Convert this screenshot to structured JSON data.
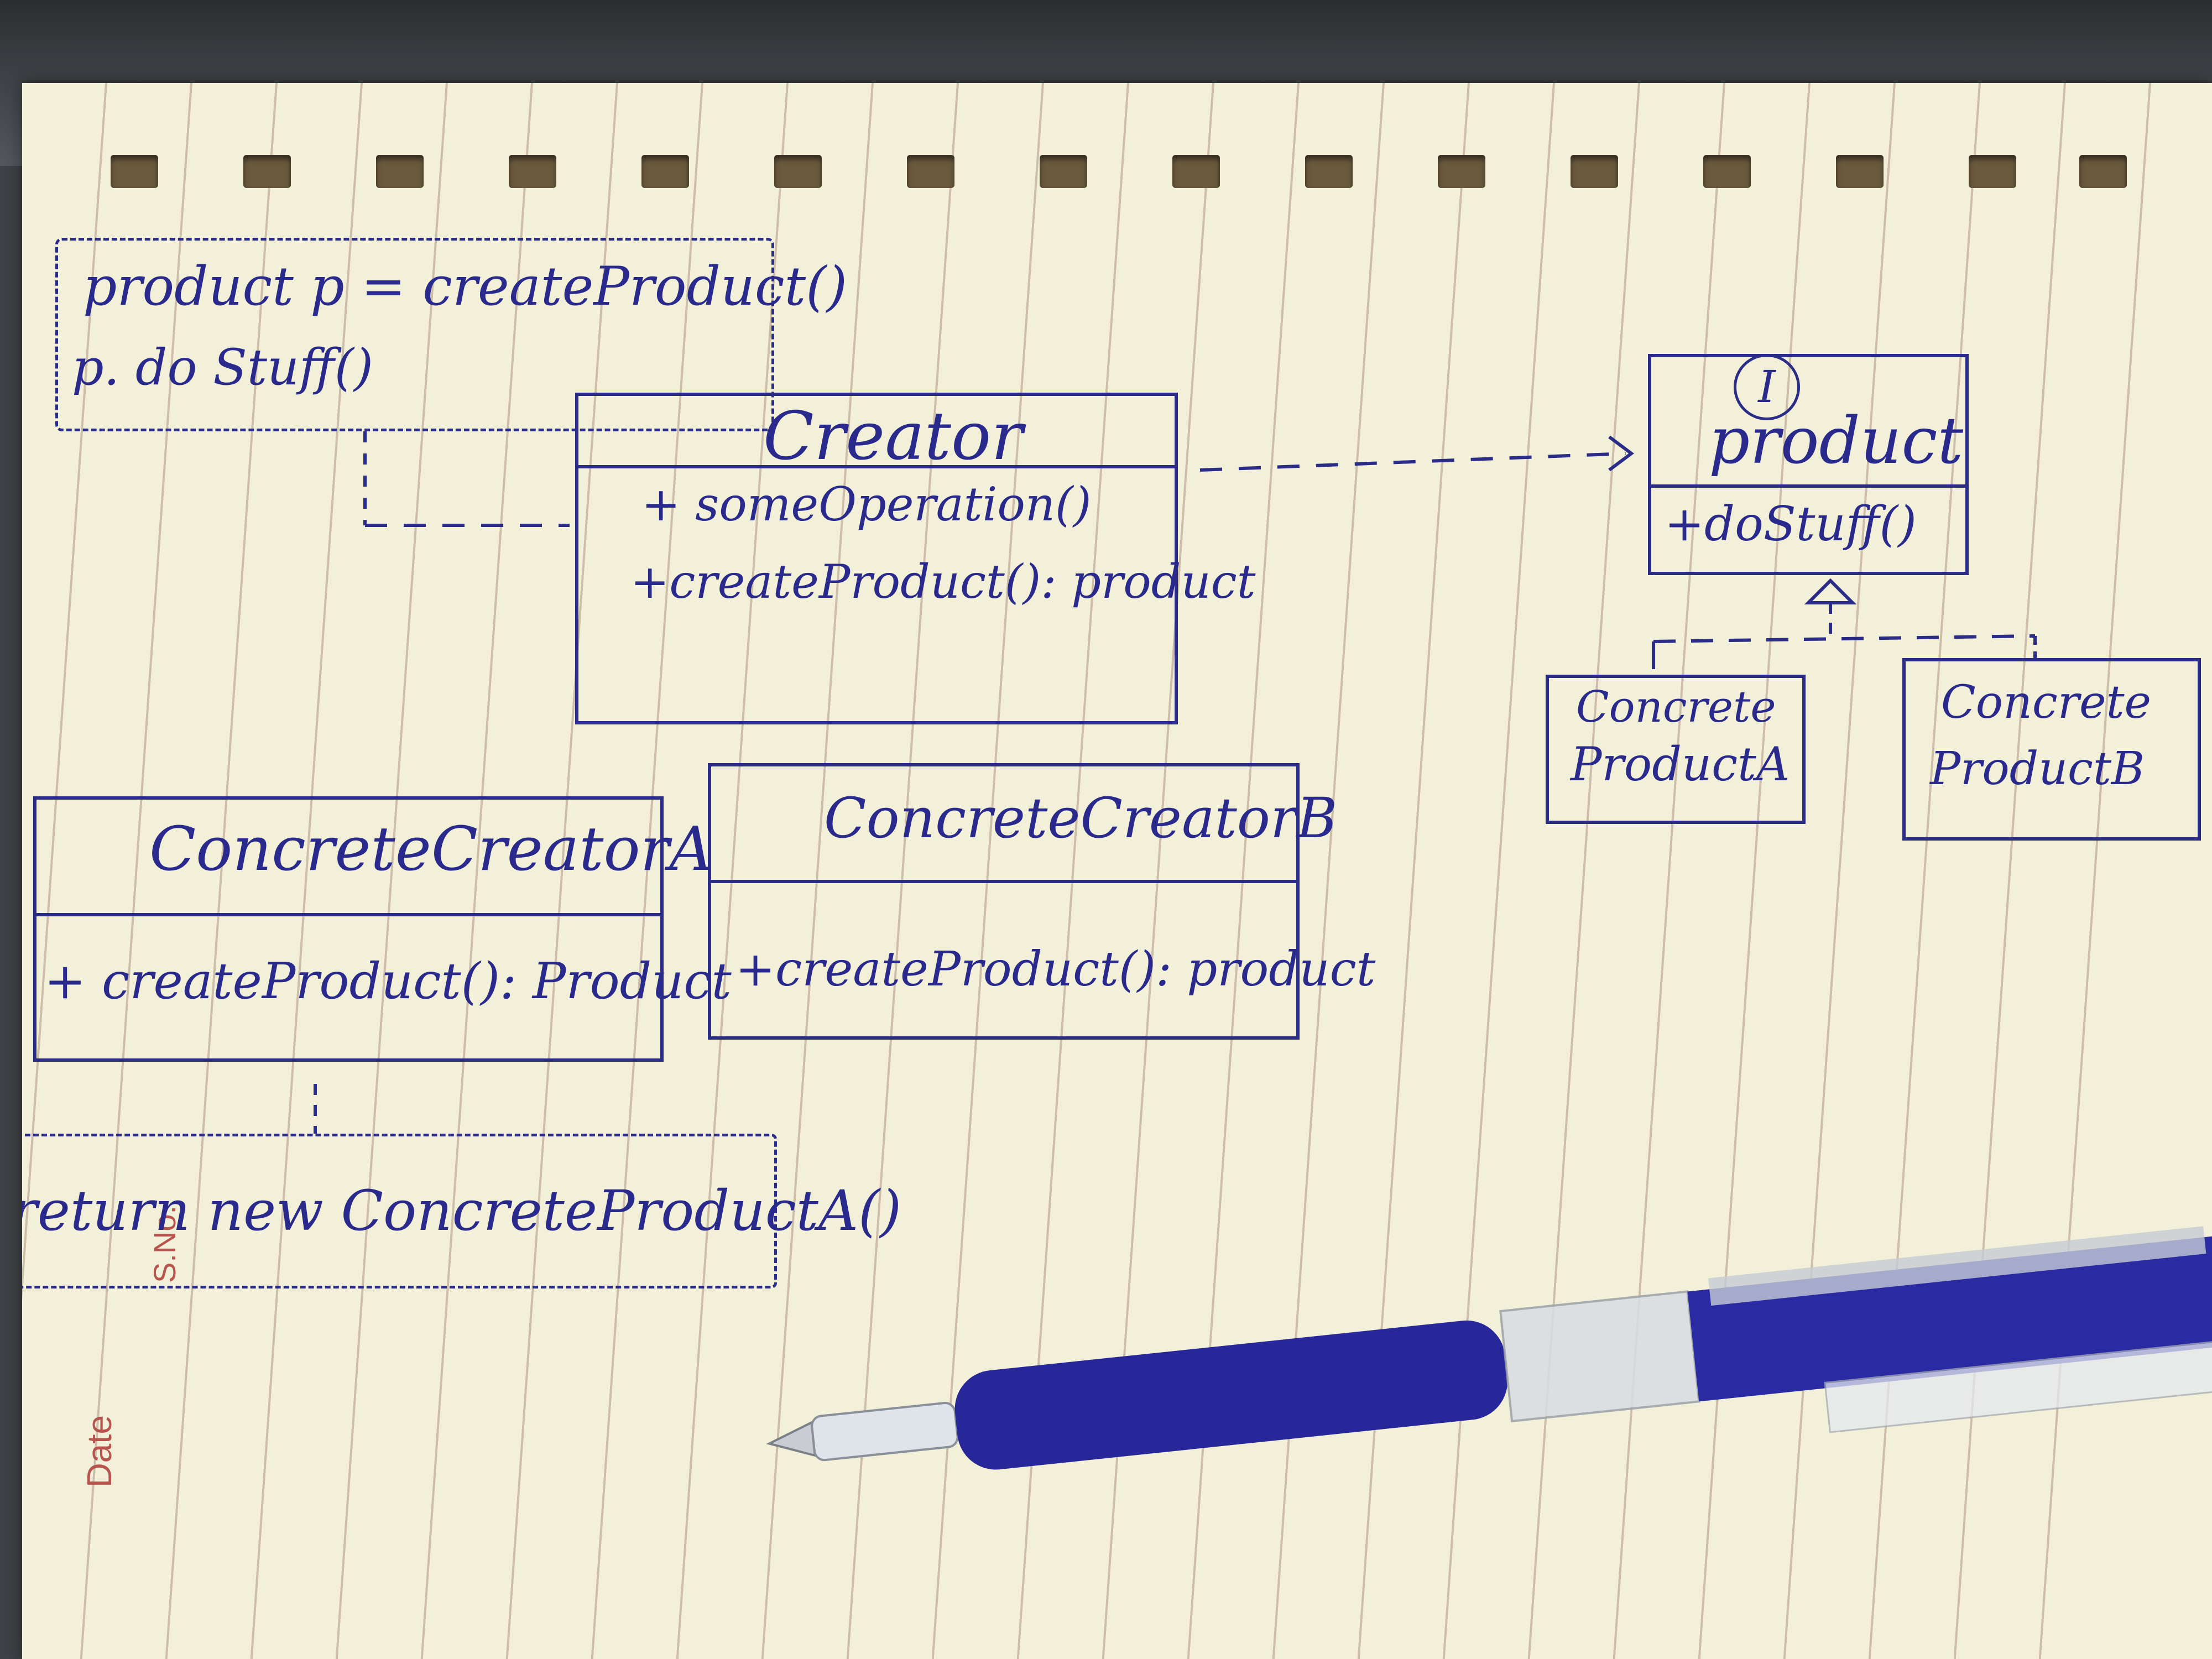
{
  "client_code": {
    "line1": "product p = createProduct()",
    "line2": "p. do Stuff()"
  },
  "creator": {
    "name": "Creator",
    "methods": [
      "+ someOperation()",
      "+createProduct(): product"
    ]
  },
  "product_interface": {
    "stereotype": "I",
    "name": "product",
    "methods": [
      "+doStuff()"
    ]
  },
  "concrete_products": [
    {
      "line1": "Concrete",
      "line2": "ProductA"
    },
    {
      "line1": "Concrete",
      "line2": "ProductB"
    }
  ],
  "concrete_creators": [
    {
      "name": "ConcreteCreatorA",
      "method": "+ createProduct(): Product"
    },
    {
      "name": "ConcreteCreatorB",
      "method": "+createProduct(): product"
    }
  ],
  "return_note": "return new ConcreteProductA()",
  "page_labels": {
    "no": "S.No.",
    "date": "Date"
  },
  "colors": {
    "ink": "#2b2b88",
    "paper": "#f3f0da",
    "pen_body": "#28279a",
    "margin_label": "#b8544e"
  }
}
